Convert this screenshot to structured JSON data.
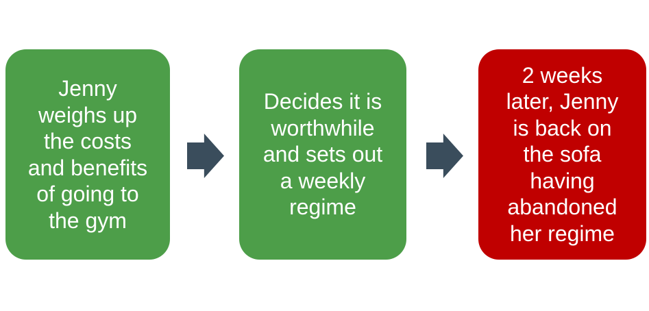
{
  "diagram": {
    "type": "flow-process",
    "steps": [
      {
        "id": "step-1",
        "lines": [
          "Jenny",
          "weighs up",
          "the costs",
          "and benefits",
          "of going to",
          "the gym"
        ],
        "text": "Jenny weighs up the costs and benefits of going to the gym",
        "fill": "#4D9E49"
      },
      {
        "id": "step-2",
        "lines": [
          "Decides it is",
          "worthwhile",
          "and sets out",
          "a weekly",
          "regime"
        ],
        "text": "Decides it is worthwhile and sets out a weekly regime",
        "fill": "#4D9E49"
      },
      {
        "id": "step-3",
        "lines": [
          "2 weeks",
          "later, Jenny",
          "is back on",
          "the sofa",
          "having",
          "abandoned",
          "her regime"
        ],
        "text": "2 weeks later, Jenny is back on the sofa having abandoned her regime",
        "fill": "#C00000"
      }
    ],
    "connectors": [
      {
        "id": "connector-1",
        "type": "right-block-arrow",
        "fill": "#3A4D5C"
      },
      {
        "id": "connector-2",
        "type": "right-block-arrow",
        "fill": "#3A4D5C"
      }
    ]
  },
  "colors": {
    "background": "#FFFFFF",
    "step_positive": "#4D9E49",
    "step_negative": "#C00000",
    "arrow": "#3A4D5C",
    "text": "#FFFFFF"
  }
}
